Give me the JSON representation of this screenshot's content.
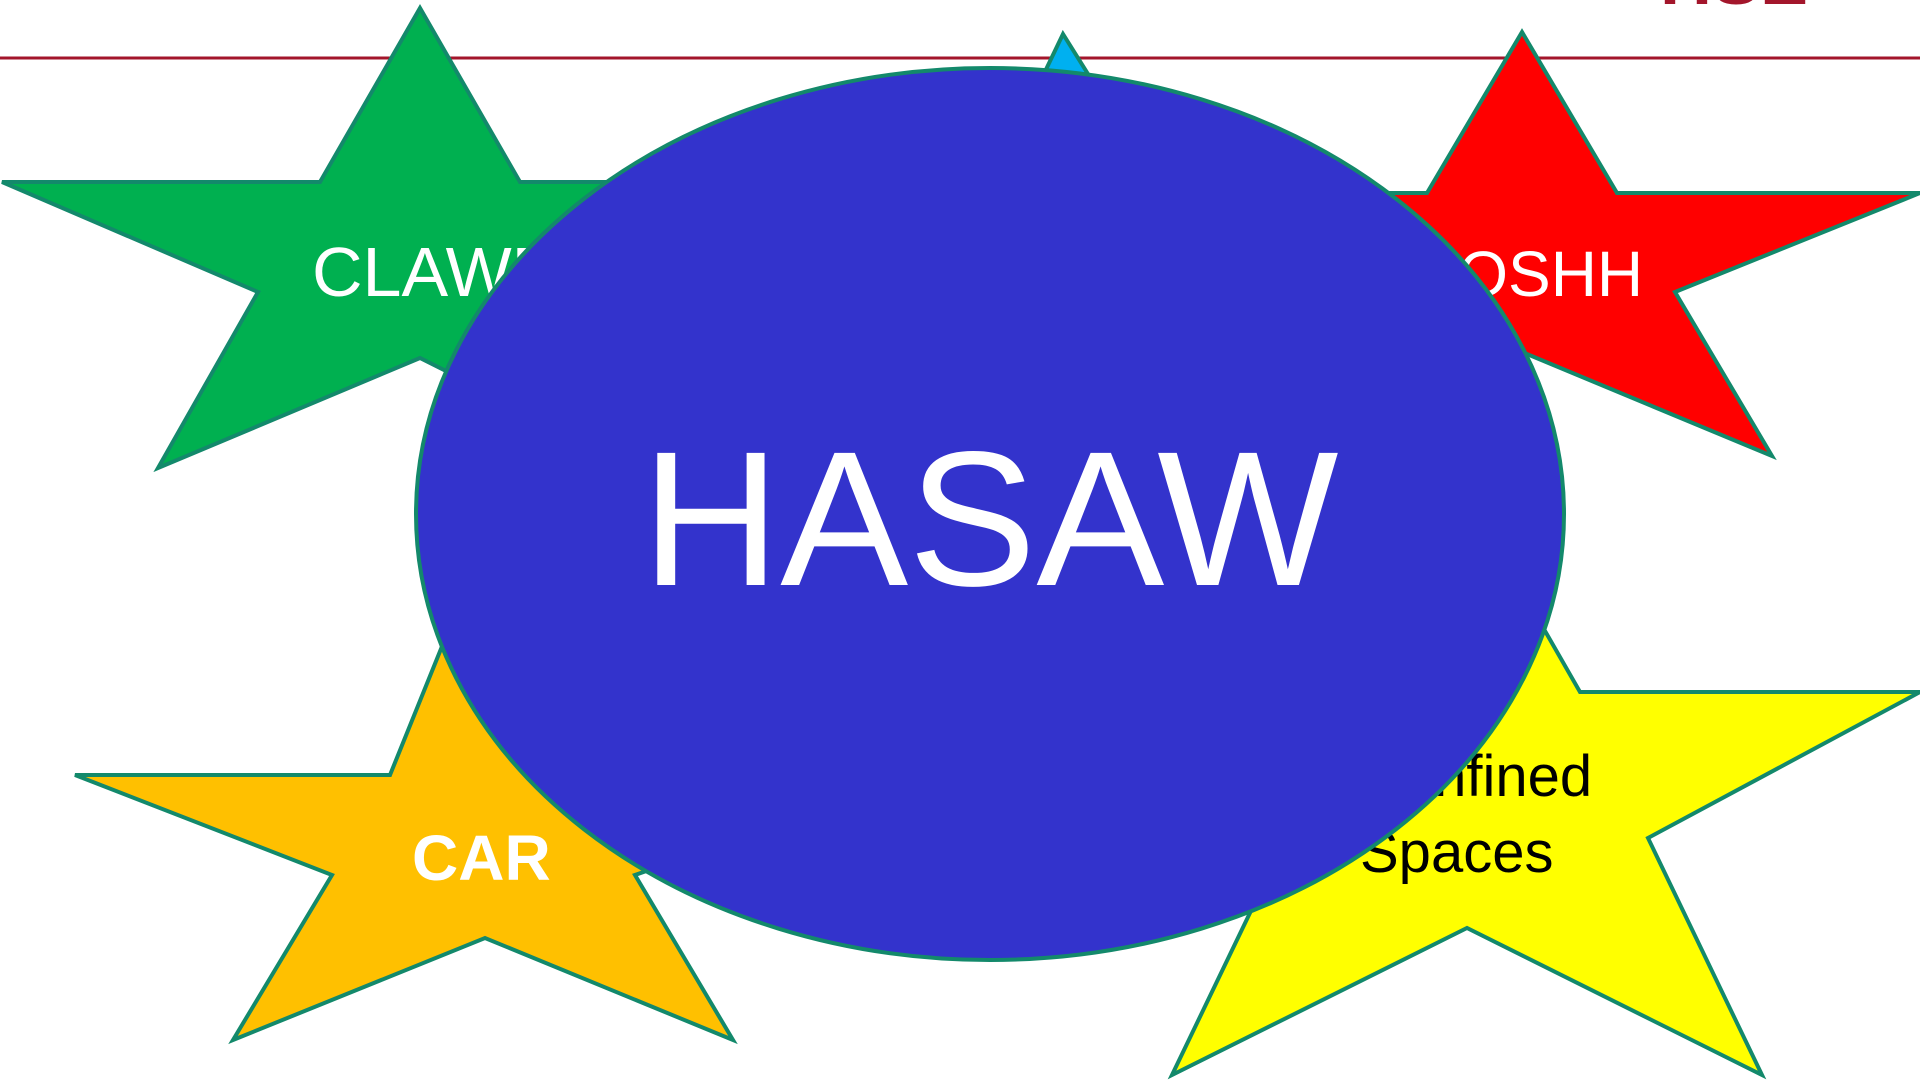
{
  "header": {
    "logo_text": "HSE",
    "rule_color": "#a3162b"
  },
  "diagram": {
    "center": {
      "label": "HASAW",
      "fill": "#3333cc",
      "text_color": "#ffffff"
    },
    "outline_color": "#13896b",
    "stars": [
      {
        "key": "clawr",
        "label": "CLAWR",
        "fill": "#00b050",
        "text_color": "#ffffff"
      },
      {
        "key": "top",
        "label": "",
        "fill": "#00b0f0",
        "text_color": "#ffffff"
      },
      {
        "key": "coshh",
        "label": "COSHH",
        "fill": "#ff0000",
        "text_color": "#ffffff"
      },
      {
        "key": "car",
        "label": "CAR",
        "fill": "#ffc000",
        "text_color": "#ffffff"
      },
      {
        "key": "confined",
        "label_line1": "Confined",
        "label_line2": "Spaces",
        "fill": "#ffff00",
        "text_color": "#000000"
      }
    ]
  }
}
